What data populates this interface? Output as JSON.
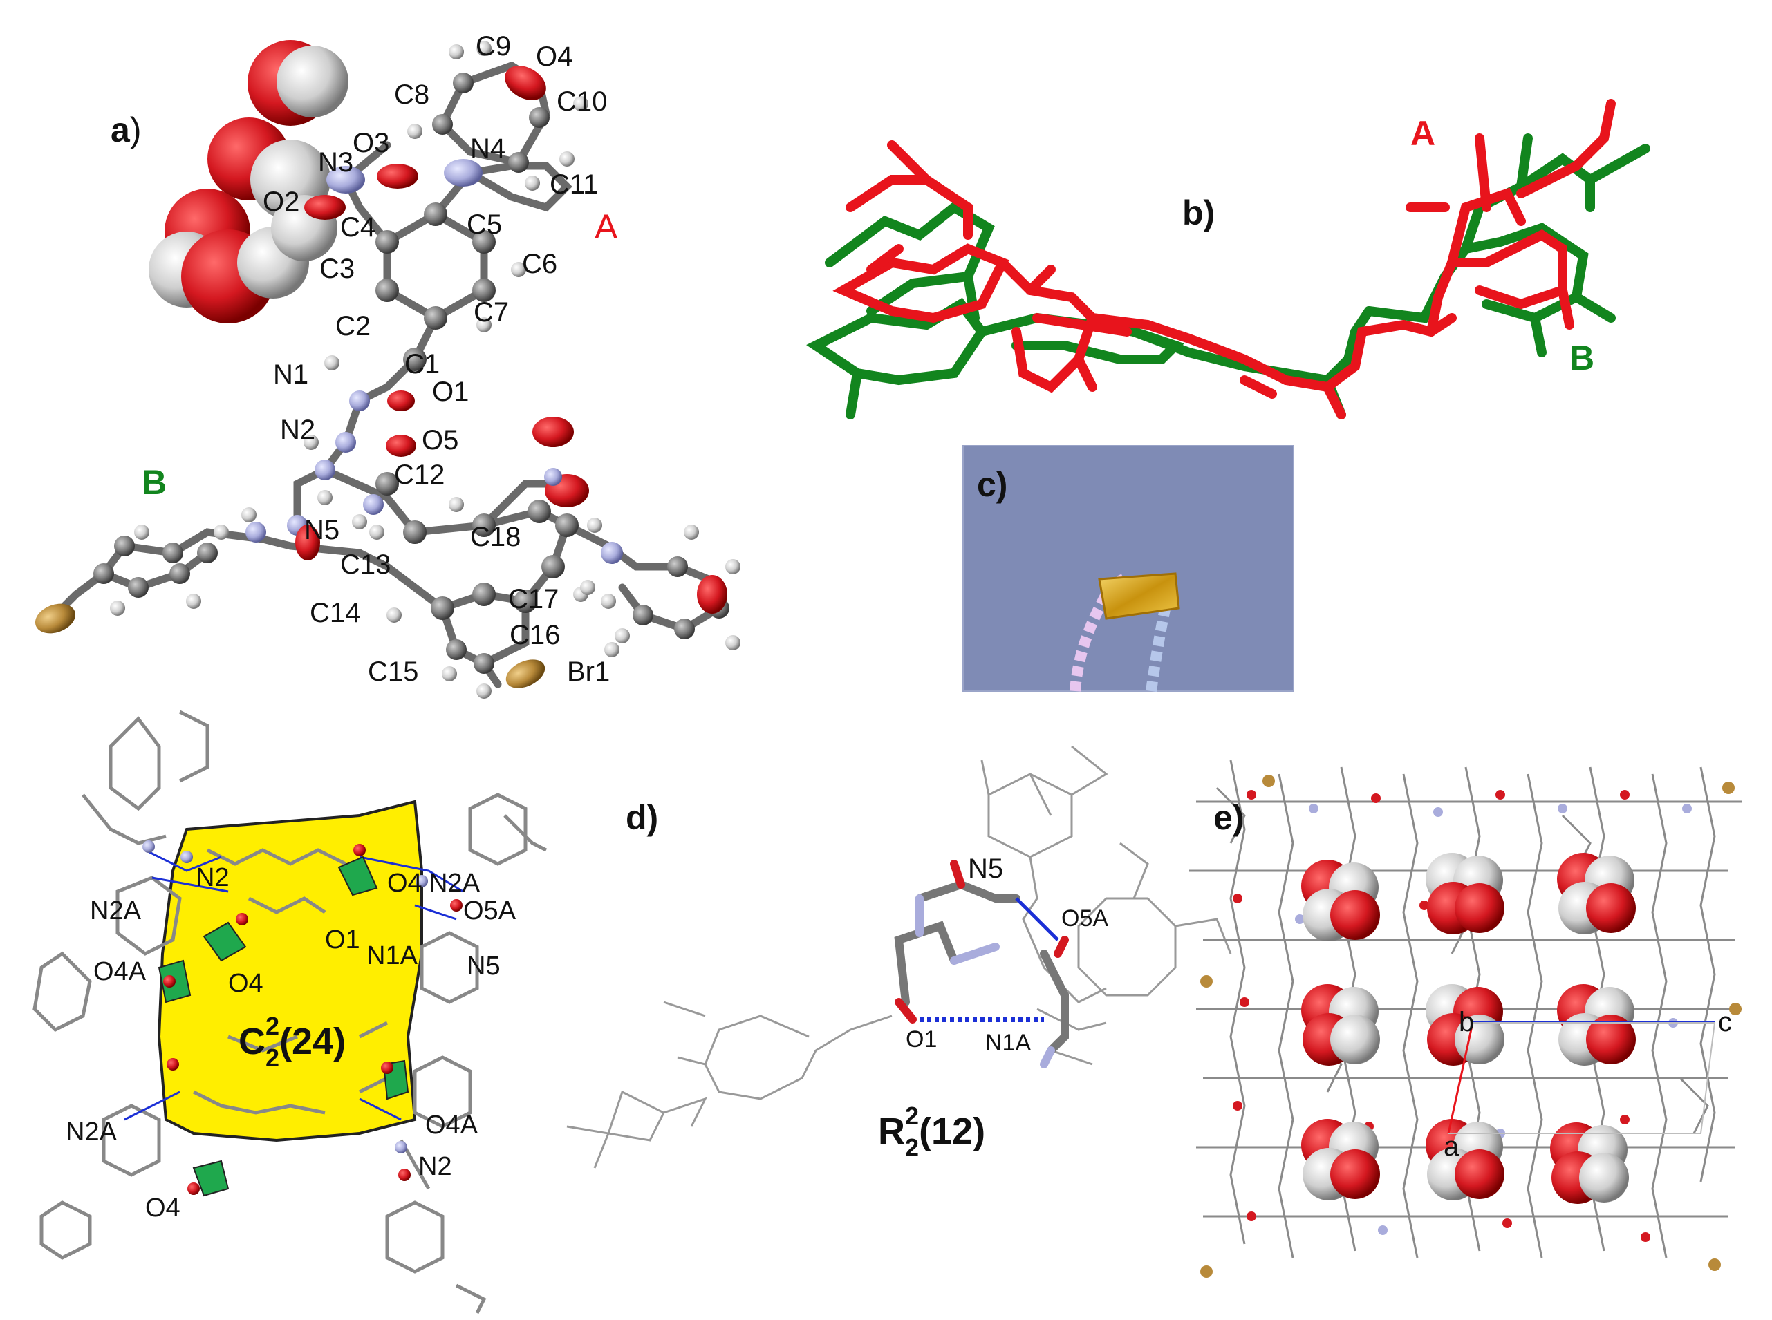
{
  "colors": {
    "oxygen": "#d41820",
    "nitrogen": "#a9acdc",
    "carbon": "#7b7b7b",
    "hydrogen": "#d8d8d8",
    "bromine": "#b88a3a",
    "moleculeA": "#e8141c",
    "moleculeB": "#12851e",
    "hbond": "#1b2fd6",
    "ringFill": "#ffee00",
    "planeFill": "#1fa84d",
    "photoBg": "#7f8bb5",
    "crystal": "#d6a21a"
  },
  "panel_a": {
    "tag": "a",
    "tag_suffix": ")",
    "molecule_A": "A",
    "molecule_B": "B",
    "atoms": [
      "C9",
      "O4",
      "C8",
      "C10",
      "O3",
      "N4",
      "N3",
      "C11",
      "O2",
      "C4",
      "C5",
      "C6",
      "C3",
      "C2",
      "C7",
      "N1",
      "C1",
      "O1",
      "N2",
      "O5",
      "C12",
      "N5",
      "C18",
      "C13",
      "C17",
      "C14",
      "C16",
      "C15",
      "Br1"
    ]
  },
  "panel_b": {
    "tag": "b)",
    "molecule_A": "A",
    "molecule_B": "B"
  },
  "panel_c": {
    "tag": "c)"
  },
  "panel_bl": {
    "atoms": [
      "N2",
      "O4",
      "N2A",
      "N2A",
      "O5A",
      "O1",
      "N1A",
      "O4A",
      "O4",
      "N5",
      "N2A",
      "O4A",
      "N2",
      "O4"
    ],
    "motif_main": "C",
    "motif_sup": "2",
    "motif_sub": "2",
    "motif_rest": "(24)"
  },
  "panel_d": {
    "tag": "d)",
    "atoms": [
      "N5",
      "O5A",
      "O1",
      "N1A"
    ],
    "motif_main": "R",
    "motif_sup": "2",
    "motif_sub": "2",
    "motif_rest": "(12)"
  },
  "panel_e": {
    "tag": "e)",
    "axes": [
      "b",
      "c",
      "a"
    ]
  }
}
